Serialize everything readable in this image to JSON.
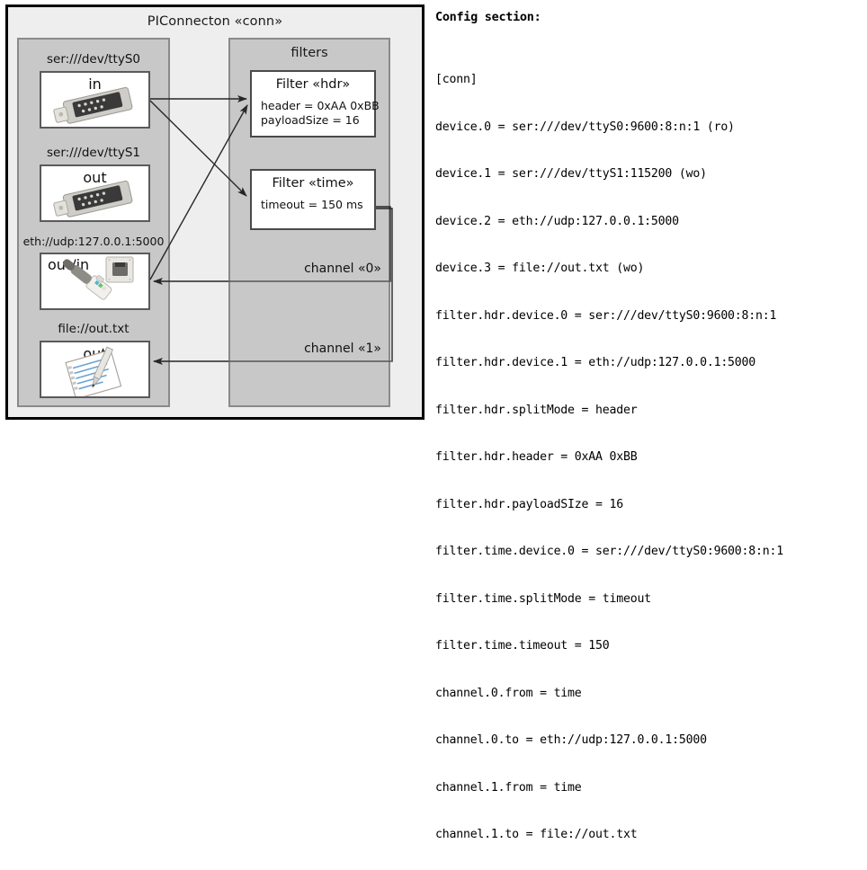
{
  "diagram": {
    "title": "PIConnecton «conn»",
    "devices_group": {
      "title": ""
    },
    "filters_group": {
      "title": "filters"
    },
    "devices": [
      {
        "id": "ttyS0",
        "label": "ser:///dev/ttyS0",
        "word": "in",
        "icon": "serial-port-icon"
      },
      {
        "id": "ttyS1",
        "label": "ser:///dev/ttyS1",
        "word": "out",
        "icon": "serial-port-icon"
      },
      {
        "id": "eth",
        "label": "eth://udp:127.0.0.1:5000",
        "word": "out/in",
        "icon": "ethernet-jack-icon"
      },
      {
        "id": "file",
        "label": "file://out.txt",
        "word": "out",
        "icon": "text-document-icon"
      }
    ],
    "filters": [
      {
        "id": "hdr",
        "title": "Filter «hdr»",
        "attrs": [
          "header = 0xAA 0xBB",
          "payloadSize = 16"
        ]
      },
      {
        "id": "time",
        "title": "Filter «time»",
        "attrs": [
          "timeout = 150 ms"
        ]
      }
    ],
    "channels": [
      {
        "id": "0",
        "label": "channel «0»"
      },
      {
        "id": "1",
        "label": "channel «1»"
      }
    ]
  },
  "config": {
    "heading": "Config section:",
    "lines": [
      "[conn]",
      "device.0 = ser:///dev/ttyS0:9600:8:n:1 (ro)",
      "device.1 = ser:///dev/ttyS1:115200 (wo)",
      "device.2 = eth://udp:127.0.0.1:5000",
      "device.3 = file://out.txt (wo)",
      "filter.hdr.device.0 = ser:///dev/ttyS0:9600:8:n:1",
      "filter.hdr.device.1 = eth://udp:127.0.0.1:5000",
      "filter.hdr.splitMode = header",
      "filter.hdr.header = 0xAA 0xBB",
      "filter.hdr.payloadSIze = 16",
      "filter.time.device.0 = ser:///dev/ttyS0:9600:8:n:1",
      "filter.time.splitMode = timeout",
      "filter.time.timeout = 150",
      "channel.0.from = time",
      "channel.0.to = eth://udp:127.0.0.1:5000",
      "channel.1.from = time",
      "channel.1.to = file://out.txt"
    ]
  },
  "colors": {
    "frame_fill": "#eeeeee",
    "group_fill": "#c8c8c8",
    "node_fill": "#ffffff",
    "edge_stroke": "#262626"
  }
}
